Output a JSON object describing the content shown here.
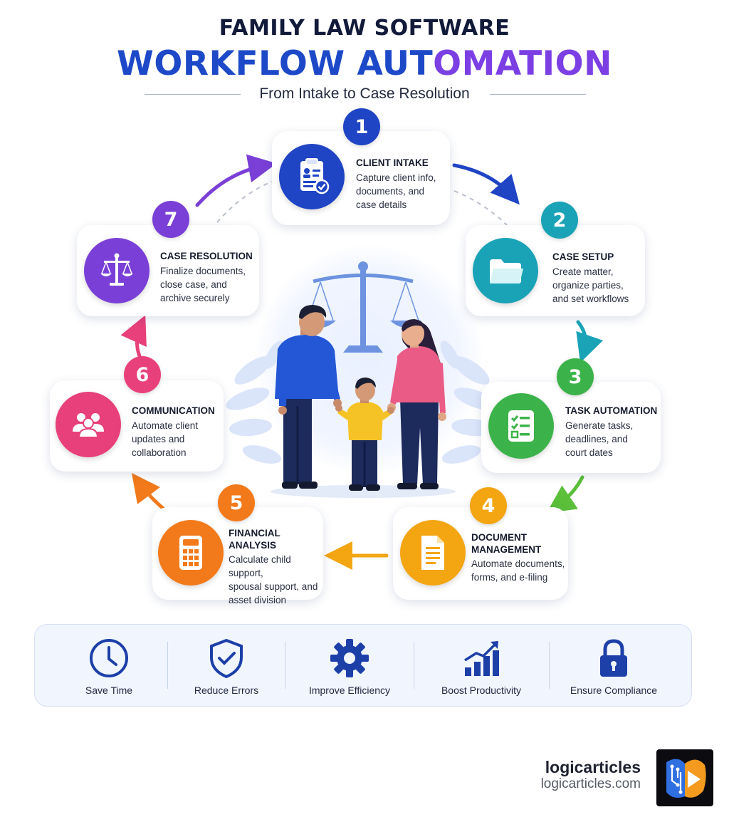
{
  "header": {
    "title_top": "FAMILY LAW SOFTWARE",
    "title_main_part1": "WORKFLOW AUT",
    "title_main_part2": "OMATION",
    "subtitle": "From Intake to Case Resolution"
  },
  "steps": [
    {
      "number": "1",
      "title": "CLIENT INTAKE",
      "desc": [
        "Capture client info,",
        "documents, and",
        "case details"
      ],
      "color": "#1f44c4",
      "icon": "clipboard-check-icon"
    },
    {
      "number": "2",
      "title": "CASE SETUP",
      "desc": [
        "Create matter,",
        "organize parties,",
        "and set workflows"
      ],
      "color": "#1aa3b6",
      "icon": "folder-icon"
    },
    {
      "number": "3",
      "title": "TASK AUTOMATION",
      "desc": [
        "Generate tasks,",
        "deadlines, and",
        "court dates"
      ],
      "color": "#3cb34a",
      "icon": "checklist-icon"
    },
    {
      "number": "4",
      "title_lines": [
        "DOCUMENT",
        "MANAGEMENT"
      ],
      "desc": [
        "Automate documents,",
        "forms, and e-filing"
      ],
      "color": "#f3a512",
      "icon": "document-icon"
    },
    {
      "number": "5",
      "title_lines": [
        "FINANCIAL",
        "ANALYSIS"
      ],
      "desc": [
        "Calculate child support,",
        "spousal support, and",
        "asset division"
      ],
      "color": "#f27a1a",
      "icon": "calculator-icon"
    },
    {
      "number": "6",
      "title": "COMMUNICATION",
      "desc": [
        "Automate client",
        "updates and",
        "collaboration"
      ],
      "color": "#e8407a",
      "icon": "group-icon"
    },
    {
      "number": "7",
      "title": "CASE RESOLUTION",
      "desc": [
        "Finalize documents,",
        "close case, and",
        "archive securely"
      ],
      "color": "#7a3fd6",
      "icon": "scales-icon"
    }
  ],
  "benefits": [
    {
      "label": "Save Time",
      "icon": "clock-icon"
    },
    {
      "label": "Reduce Errors",
      "icon": "shield-check-icon"
    },
    {
      "label": "Improve Efficiency",
      "icon": "gear-icon"
    },
    {
      "label": "Boost Productivity",
      "icon": "bar-chart-icon"
    },
    {
      "label": "Ensure Compliance",
      "icon": "lock-icon"
    }
  ],
  "brand": {
    "name": "logicarticles",
    "url": "logicarticles.com"
  },
  "colors": {
    "title_dark": "#121a3a",
    "accent_blue": "#1d49c9",
    "accent_purple": "#7b3fe4",
    "benefit_icon": "#1d3fa8"
  }
}
